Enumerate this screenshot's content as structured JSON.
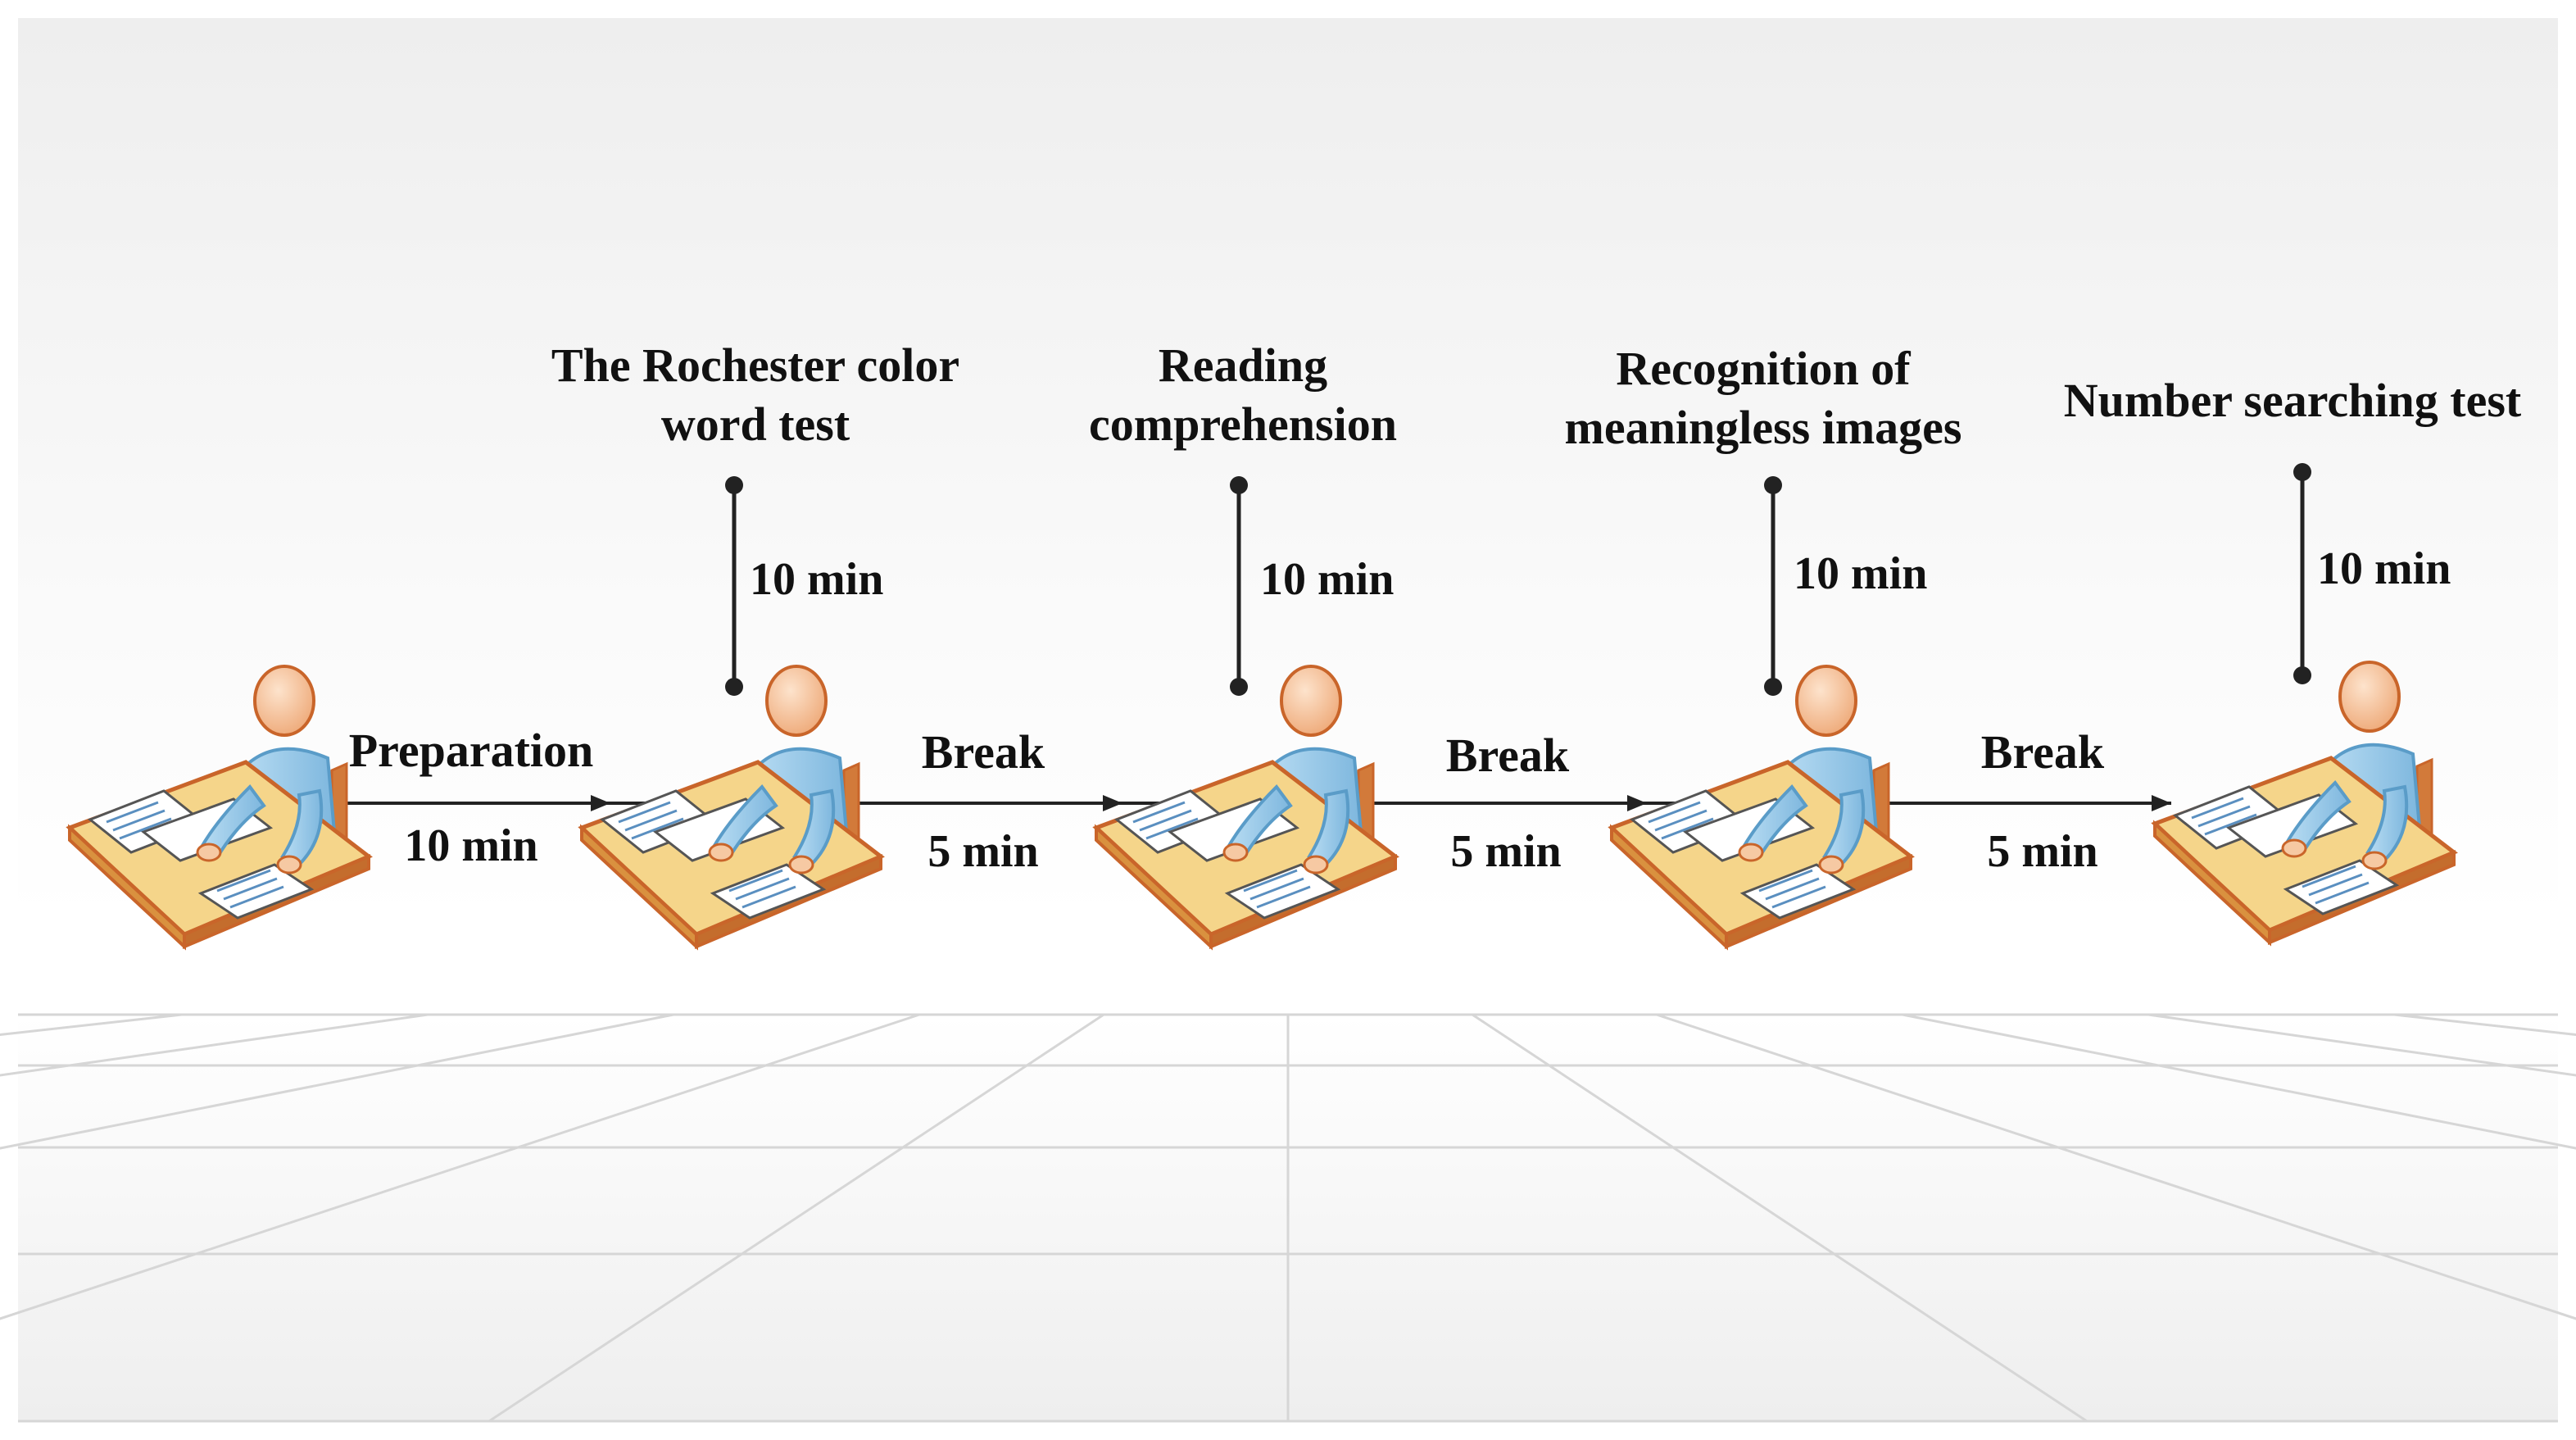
{
  "colors": {
    "desk_top": "#f5d58a",
    "desk_edge": "#c9652a",
    "person_body": "#9ccbea",
    "person_shade": "#5a9cc8",
    "skin": "#f6c9a3",
    "skin_edge": "#c9652a",
    "paper": "#ffffff",
    "line": "#222222",
    "grid": "#d6d6d6"
  },
  "stations": [
    {
      "id": "s1",
      "icon": "person-at-desk-icon"
    },
    {
      "id": "s2",
      "icon": "person-at-desk-icon"
    },
    {
      "id": "s3",
      "icon": "person-at-desk-icon"
    },
    {
      "id": "s4",
      "icon": "person-at-desk-icon"
    },
    {
      "id": "s5",
      "icon": "person-at-desk-icon"
    }
  ],
  "tasks": [
    {
      "lines": [
        "The Rochester color",
        "word test"
      ],
      "duration": "10 min"
    },
    {
      "lines": [
        "Reading",
        "comprehension"
      ],
      "duration": "10 min"
    },
    {
      "lines": [
        "Recognition of",
        "meaningless images"
      ],
      "duration": "10 min"
    },
    {
      "lines": [
        "Number searching test"
      ],
      "duration": "10 min"
    }
  ],
  "transitions": [
    {
      "label": "Preparation",
      "duration": "10 min"
    },
    {
      "label": "Break",
      "duration": "5 min"
    },
    {
      "label": "Break",
      "duration": "5 min"
    },
    {
      "label": "Break",
      "duration": "5 min"
    }
  ]
}
